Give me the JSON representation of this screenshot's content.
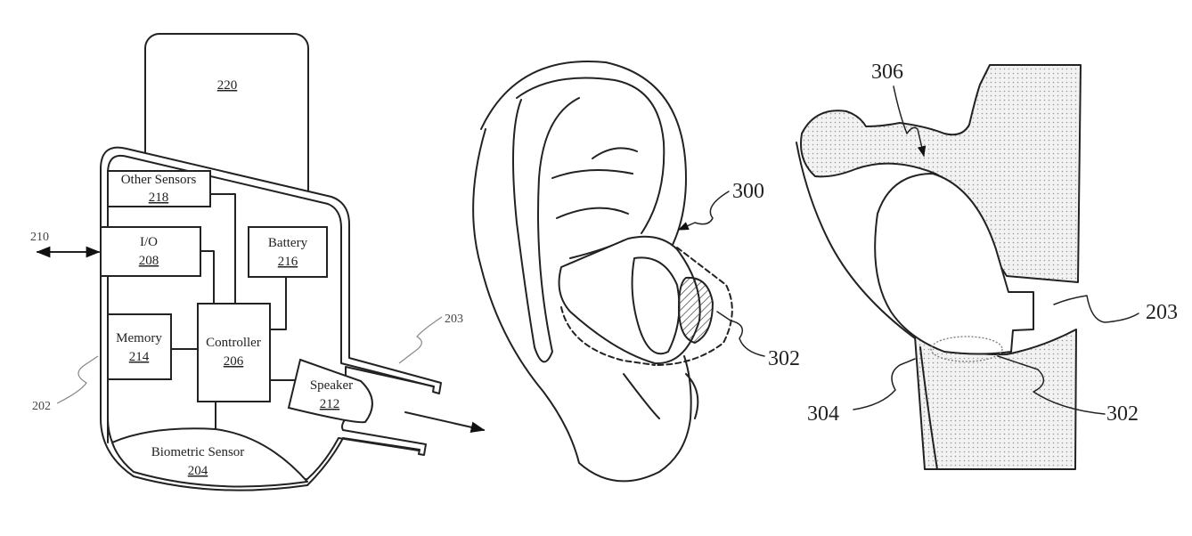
{
  "figure_a": {
    "case_ref": "220",
    "components": {
      "other_sensors": {
        "label": "Other Sensors",
        "ref": "218"
      },
      "io": {
        "label": "I/O",
        "ref": "208"
      },
      "battery": {
        "label": "Battery",
        "ref": "216"
      },
      "memory": {
        "label": "Memory",
        "ref": "214"
      },
      "controller": {
        "label": "Controller",
        "ref": "206"
      },
      "speaker": {
        "label": "Speaker",
        "ref": "212"
      },
      "biometric_sensor": {
        "label": "Biometric Sensor",
        "ref": "204"
      }
    },
    "refs": {
      "io_link": "210",
      "housing": "202",
      "nozzle": "203"
    }
  },
  "figure_b": {
    "refs": {
      "earbud": "300",
      "sensor_region": "302"
    }
  },
  "figure_c": {
    "refs": {
      "cavity": "306",
      "nozzle": "203",
      "contact": "304",
      "sensor_region": "302"
    }
  }
}
